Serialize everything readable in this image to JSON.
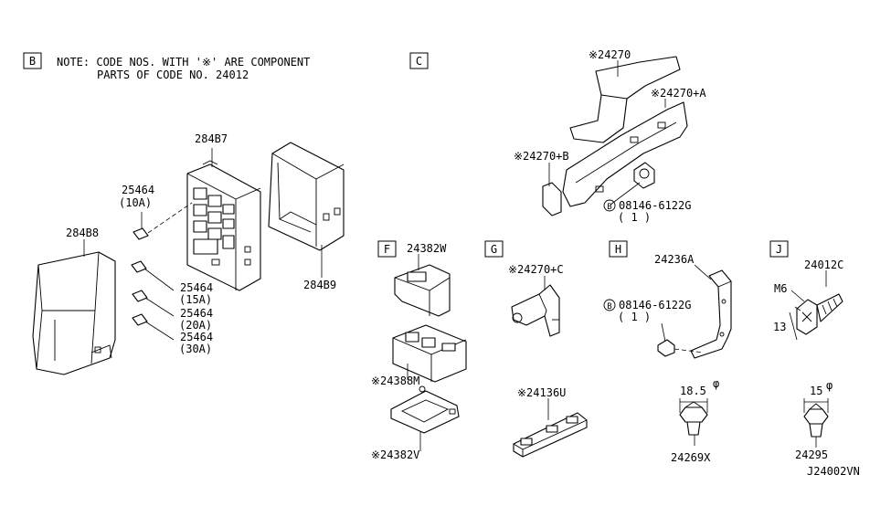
{
  "note": {
    "line1": "NOTE: CODE NOS. WITH '※' ARE COMPONENT",
    "line2": "PARTS OF CODE NO. 24012"
  },
  "sections": {
    "B": "B",
    "C": "C",
    "F": "F",
    "G": "G",
    "H": "H",
    "J": "J"
  },
  "labels": {
    "b_284b7": "284B7",
    "b_25464_a": "25464",
    "b_10a": "(10A)",
    "b_284b8": "284B8",
    "b_25464_b": "25464",
    "b_15a": "(15A)",
    "b_25464_c": "25464",
    "b_20a": "(20A)",
    "b_25464_d": "25464",
    "b_30a": "(30A)",
    "b_284b9": "284B9",
    "c_24270": "※24270",
    "c_24270a": "※24270+A",
    "c_24270b": "※24270+B",
    "c_bolt_circle": "B",
    "c_bolt": "08146-6122G",
    "c_bolt_qty": "( 1 )",
    "f_24382w": "24382W",
    "f_24388m": "※24388M",
    "f_24382v": "※24382V",
    "g_24270c": "※24270+C",
    "g_24136u": "※24136U",
    "h_24236a": "24236A",
    "h_bolt_circle": "B",
    "h_bolt": "08146-6122G",
    "h_bolt_qty": "( 1 )",
    "h_185": "18.5",
    "h_phi": "φ",
    "h_24269x": "24269X",
    "j_24012c": "24012C",
    "j_m6": "M6",
    "j_13": "13",
    "j_15": "15",
    "j_phi": "φ",
    "j_24295": "24295",
    "diagram_id": "J24002VN"
  }
}
